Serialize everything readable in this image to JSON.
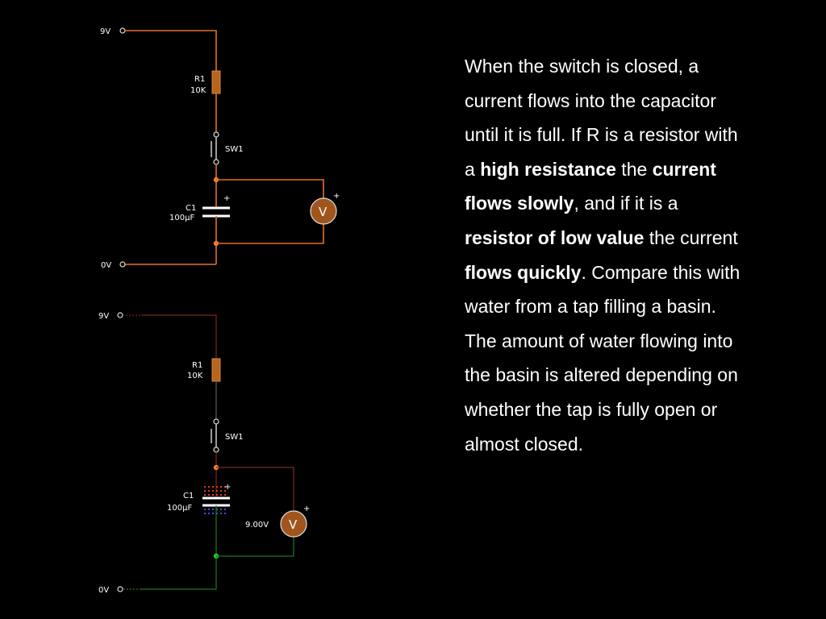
{
  "circuit_top": {
    "supply_high": "9V",
    "supply_low": "0V",
    "resistor_name": "R1",
    "resistor_value": "10K",
    "switch_name": "SW1",
    "capacitor_name": "C1",
    "capacitor_value": "100µF",
    "plus_sign": "+",
    "meter_symbol": "V"
  },
  "circuit_bottom": {
    "supply_high": "9V",
    "supply_low": "0V",
    "resistor_name": "R1",
    "resistor_value": "10K",
    "switch_name": "SW1",
    "capacitor_name": "C1",
    "capacitor_value": "100µF",
    "plus_sign": "+",
    "meter_symbol": "V",
    "meter_reading": "9.00V"
  },
  "colors": {
    "charged_wire": "#e0702a",
    "dim_red_wire": "#7a2a1e",
    "green_wire": "#1f7a1f",
    "resistor_body": "#b5651d",
    "meter_body": "#a0551c",
    "node_orange": "#f07a30",
    "node_green": "#22cc22"
  },
  "explanation": {
    "p1": "When the switch is closed, a current flows into the capacitor until it is full. If R is a resistor with a ",
    "b1": "high resistance",
    "p2": " the ",
    "b2": "current flows slowly",
    "p3": ", and if it is a ",
    "b3": "resistor of low value",
    "p4": " the current ",
    "b4": "flows quickly",
    "p5": ". Compare this with water from a tap filling a basin. The amount of water flowing into the basin is altered depending on whether the tap is fully open or almost closed."
  }
}
